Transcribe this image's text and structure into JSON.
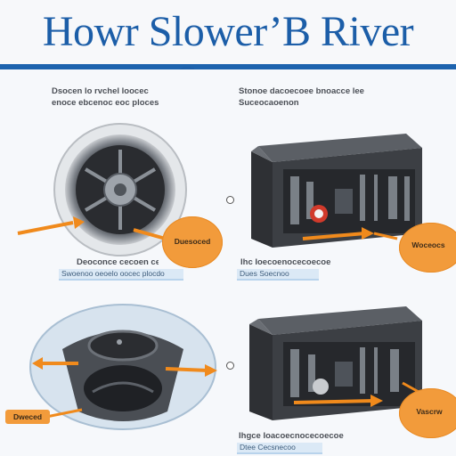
{
  "header": {
    "title": "Howr Slower’B River Sower",
    "accent_color": "#1d63ae"
  },
  "panels": {
    "top_left": {
      "caption": [
        "Dsocen lo rvchel loocec",
        "enoce ebcenoc eoc ploces"
      ],
      "label": "Duesoced",
      "subcaption": [
        "Deoconce cecoen cecend",
        "Swoenoo oeoelo oocec plocdo"
      ],
      "icon": "fan-blower-icon"
    },
    "top_right": {
      "caption": [
        "Stonoe dacoecoee bnoacce lee",
        "Suceocaoenon"
      ],
      "label": "Woceocs",
      "subcaption": [
        "Ihc  Ioecoenocecoecoe",
        "Dues  Soecnoo"
      ],
      "icon": "blower-housing-icon"
    },
    "bottom_left": {
      "label": "Dweced",
      "icon": "cone-blower-icon"
    },
    "bottom_right": {
      "label": "Vascrw",
      "subcaption": [
        "Ihgce  Ioacoecnocecoecoe",
        "Dtee  Cecsnecoo"
      ],
      "icon": "blower-housing-icon"
    }
  },
  "colors": {
    "bubble": "#f29b3b",
    "arrow": "#f08a1c",
    "housing": "#3c3f44",
    "subcaption_bg": "#dbe9f6"
  }
}
